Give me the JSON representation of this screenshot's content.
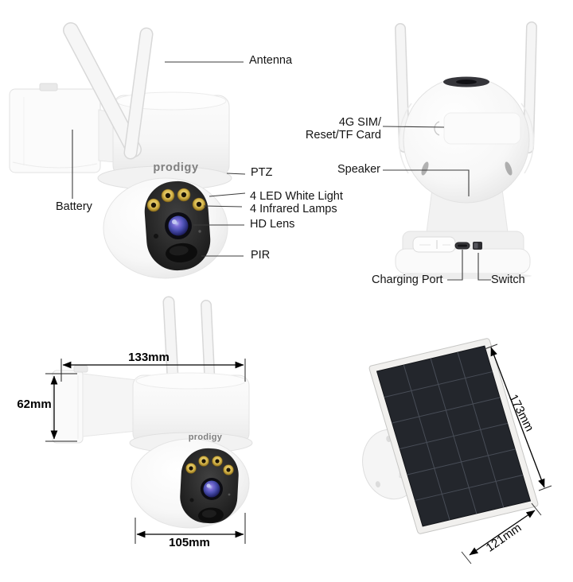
{
  "brand": {
    "logo": "prodigy"
  },
  "front_view": {
    "antenna": "Antenna",
    "battery": "Battery",
    "ptz": "PTZ",
    "led_white_light": "4 LED White Light",
    "infrared_lamps": "4 Infrared Lamps",
    "hd_lens": "HD Lens",
    "pir": "PIR"
  },
  "back_view": {
    "sim_line1": "4G SIM/",
    "sim_line2": "Reset/TF Card",
    "speaker": "Speaker",
    "charging_port": "Charging Port",
    "switch": "Switch"
  },
  "dimension_view": {
    "top_width": "133mm",
    "left_height": "62mm",
    "bottom_width": "105mm"
  },
  "solar_view": {
    "panel_height": "173mm",
    "panel_width": "121mm"
  },
  "colors": {
    "label_text": "#141414",
    "leader_line": "#3c3c3c",
    "camera_white": "#f6f6f6",
    "face_panel": "#242424",
    "led_gold": "#d4b44a",
    "lens_glass": "#4a4fb0",
    "solar_cell": "#23262c",
    "logo_gray": "#808080"
  }
}
